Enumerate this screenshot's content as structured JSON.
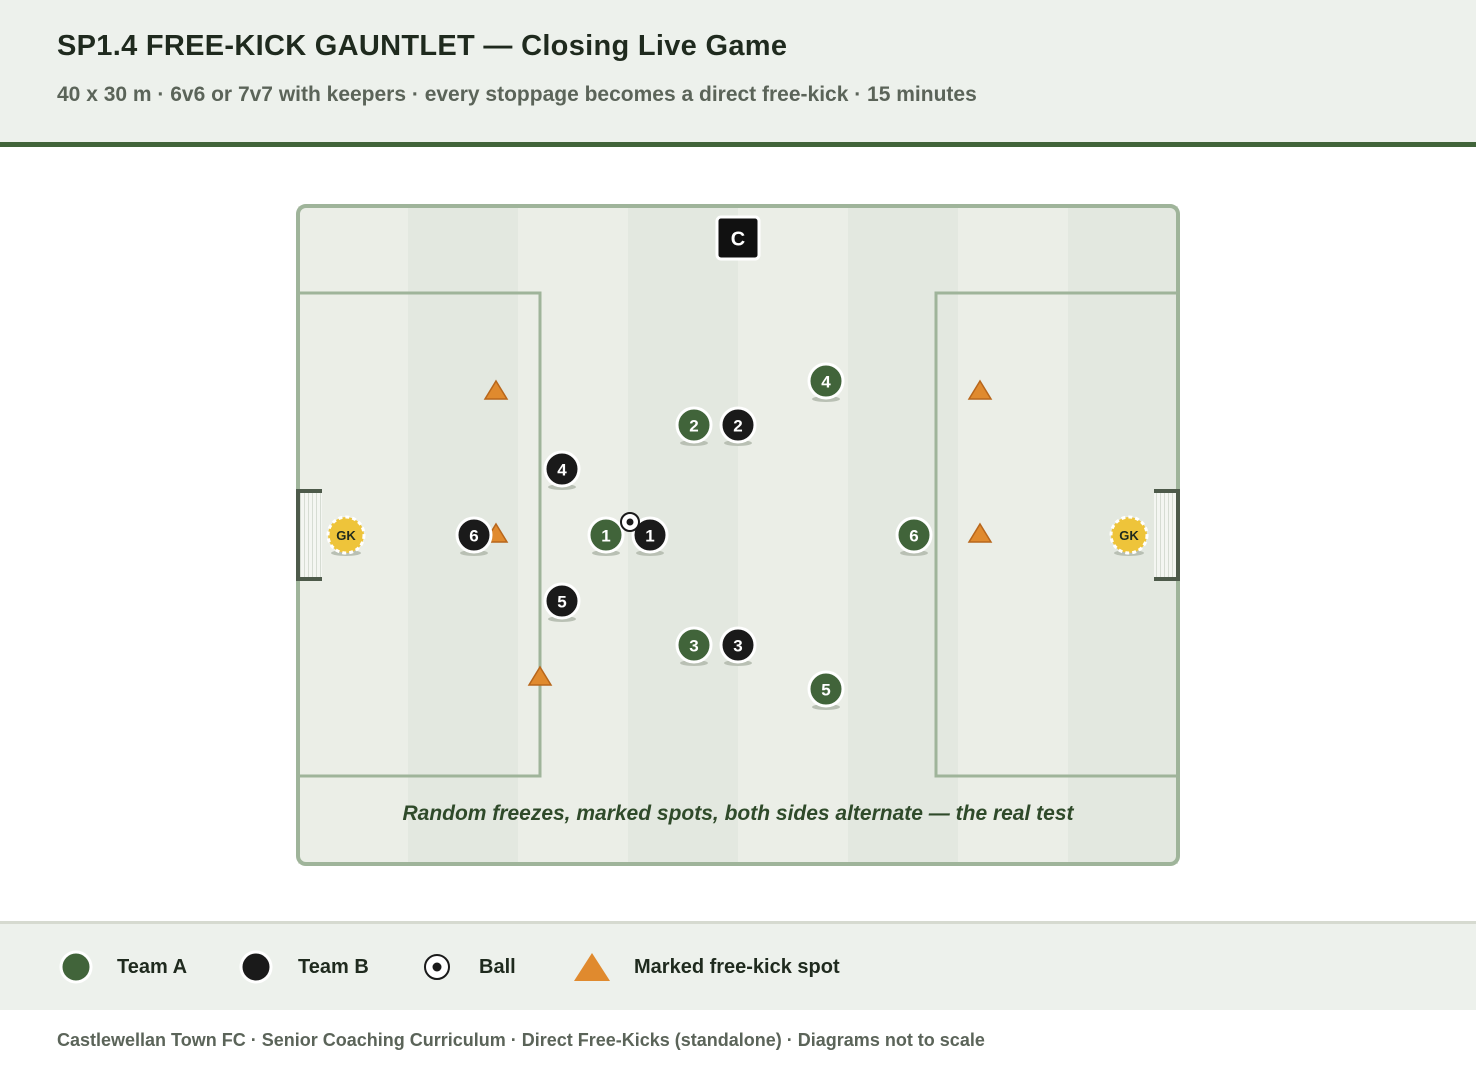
{
  "header": {
    "title": "SP1.4 FREE-KICK GAUNTLET — Closing Live Game",
    "subtitle": "40 x 30 m · 6v6 or 7v7 with keepers · every stoppage becomes a direct free-kick · 15 minutes"
  },
  "diagram": {
    "coach_label": "C",
    "keeper_label": "GK",
    "caption": "Random freezes, marked spots, both sides alternate — the real test",
    "team_a_numbers": [
      "1",
      "2",
      "3",
      "4",
      "5",
      "6"
    ],
    "team_b_numbers": [
      "1",
      "2",
      "3",
      "4",
      "5",
      "6"
    ]
  },
  "legend": {
    "team_a": "Team A",
    "team_b": "Team B",
    "ball": "Ball",
    "spot": "Marked free-kick spot"
  },
  "footer": "Castlewellan Town FC · Senior Coaching Curriculum · Direct Free-Kicks (standalone) · Diagrams not to scale",
  "colors": {
    "team_a": "#41643a",
    "team_b": "#1a1a1a",
    "keeper": "#eec43a",
    "cone": "#e08a2e",
    "pitch_line": "#9fb49a",
    "header_rule": "#41643a"
  }
}
